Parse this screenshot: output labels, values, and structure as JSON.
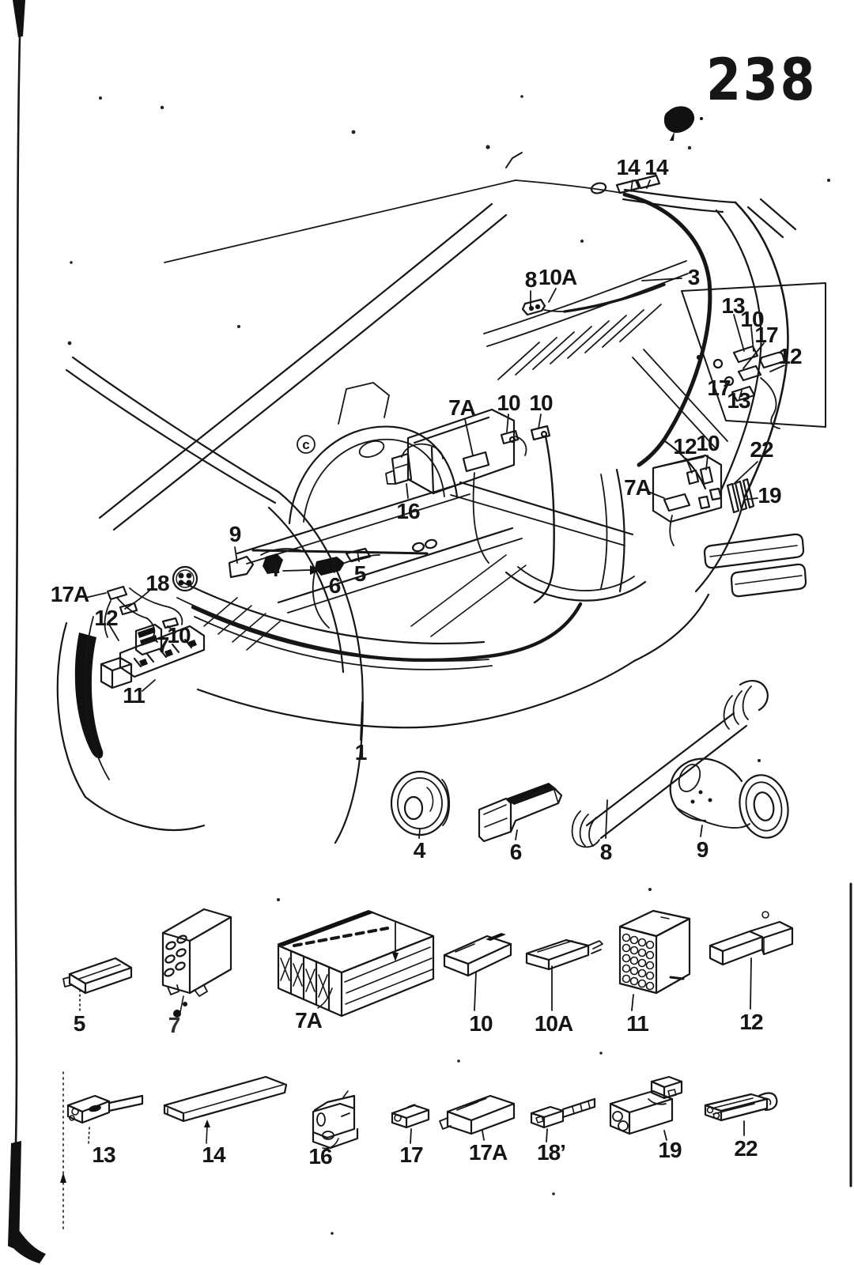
{
  "page": {
    "number": "238"
  },
  "labels": [
    {
      "t": "14 14"
    },
    {
      "t": "8"
    },
    {
      "t": "10A"
    },
    {
      "t": "3"
    },
    {
      "t": "13"
    },
    {
      "t": "10"
    },
    {
      "t": "17"
    },
    {
      "t": "12"
    },
    {
      "t": "17"
    },
    {
      "t": "13"
    },
    {
      "t": "7A"
    },
    {
      "t": "10"
    },
    {
      "t": "10"
    },
    {
      "t": "16"
    },
    {
      "t": "12"
    },
    {
      "t": "10"
    },
    {
      "t": "22"
    },
    {
      "t": "7A"
    },
    {
      "t": "19"
    },
    {
      "t": "9"
    },
    {
      "t": "4"
    },
    {
      "t": "6"
    },
    {
      "t": "5"
    },
    {
      "t": "17A"
    },
    {
      "t": "18"
    },
    {
      "t": "12"
    },
    {
      "t": "10"
    },
    {
      "t": "7"
    },
    {
      "t": "11"
    },
    {
      "t": "1"
    },
    {
      "t": "c"
    },
    {
      "t": "4"
    },
    {
      "t": "6"
    },
    {
      "t": "8"
    },
    {
      "t": "9"
    },
    {
      "t": "5"
    },
    {
      "t": "7"
    },
    {
      "t": "7A"
    },
    {
      "t": "10"
    },
    {
      "t": "10A"
    },
    {
      "t": "11"
    },
    {
      "t": "12"
    },
    {
      "t": "13"
    },
    {
      "t": "14"
    },
    {
      "t": "16"
    },
    {
      "t": "17"
    },
    {
      "t": "17A"
    },
    {
      "t": "18’"
    },
    {
      "t": "19"
    },
    {
      "t": "22"
    }
  ]
}
